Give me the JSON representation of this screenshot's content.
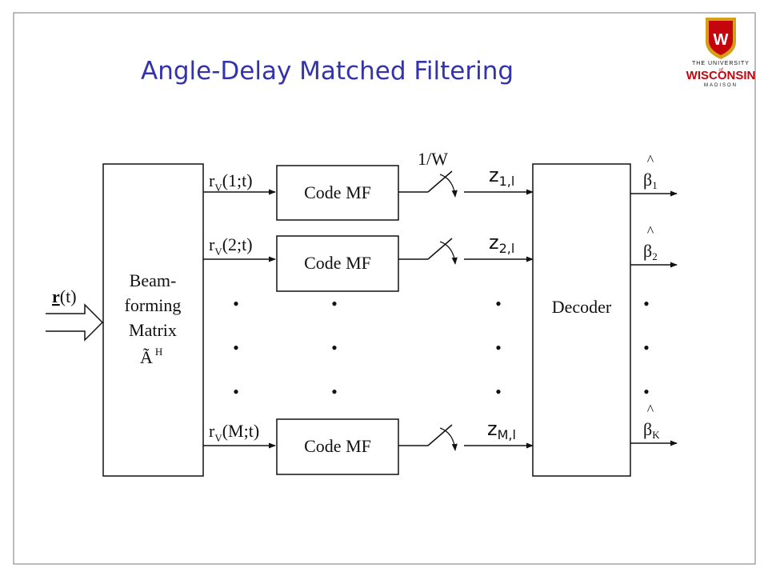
{
  "slide": {
    "title": "Angle-Delay Matched Filtering",
    "title_color": "#3333aa",
    "border_color": "#777777"
  },
  "logo": {
    "line1": "THE UNIVERSITY",
    "line1_of": "of",
    "line2": "WISCONSIN",
    "line3": "MADISON",
    "crest_color": "#c5050c",
    "gold_color": "#d4a017"
  },
  "diagram": {
    "input_label_r": "r",
    "input_label_t": "(t)",
    "beamformer": {
      "line1": "Beam-",
      "line2": "forming",
      "line3": "Matrix",
      "symbol": "Ã",
      "superscript": "H"
    },
    "branch_outputs": [
      {
        "prefix": "r",
        "sub": "V",
        "arg": "(1;t)"
      },
      {
        "prefix": "r",
        "sub": "V",
        "arg": "(2;t)"
      },
      {
        "prefix": "r",
        "sub": "V",
        "arg": "(M;t)"
      }
    ],
    "matched_filters": [
      "Code MF",
      "Code MF",
      "Code MF"
    ],
    "sampler_rate": "1/W",
    "sampled_outputs": [
      {
        "base": "z",
        "sub": "1,l"
      },
      {
        "base": "z",
        "sub": "2,l"
      },
      {
        "base": "z",
        "sub": "M,l"
      }
    ],
    "decoder": "Decoder",
    "decoder_outputs": [
      {
        "hat": "^",
        "base": "β",
        "sub": "1"
      },
      {
        "hat": "^",
        "base": "β",
        "sub": "2"
      },
      {
        "hat": "^",
        "base": "β",
        "sub": "K"
      }
    ],
    "ellipsis": "•"
  }
}
